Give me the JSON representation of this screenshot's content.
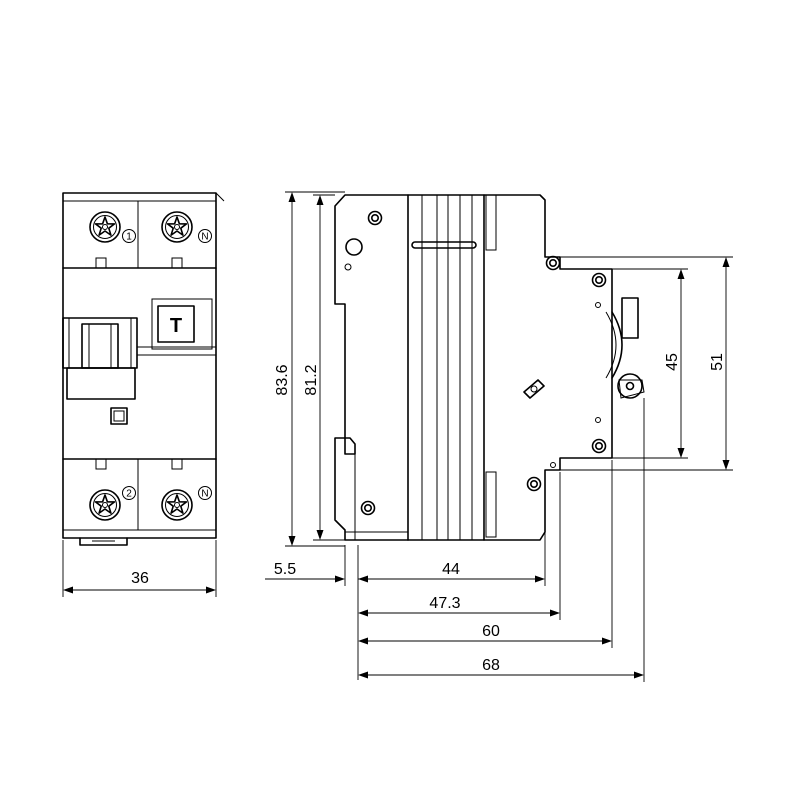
{
  "front_view": {
    "width_label": "36",
    "test_button_label": "T",
    "top_terminals": [
      {
        "mark": "1"
      },
      {
        "mark": "N"
      }
    ],
    "bottom_terminals": [
      {
        "mark": "2"
      },
      {
        "mark": "N"
      }
    ]
  },
  "side_view": {
    "dimensions": {
      "overall_height": "83.6",
      "body_height": "81.2",
      "rail_offset": "5.5",
      "depth_body": "44",
      "depth_step": "47.3",
      "depth_handle_base": "60",
      "depth_total": "68",
      "face_height_inner": "45",
      "face_height_outer": "51"
    }
  }
}
